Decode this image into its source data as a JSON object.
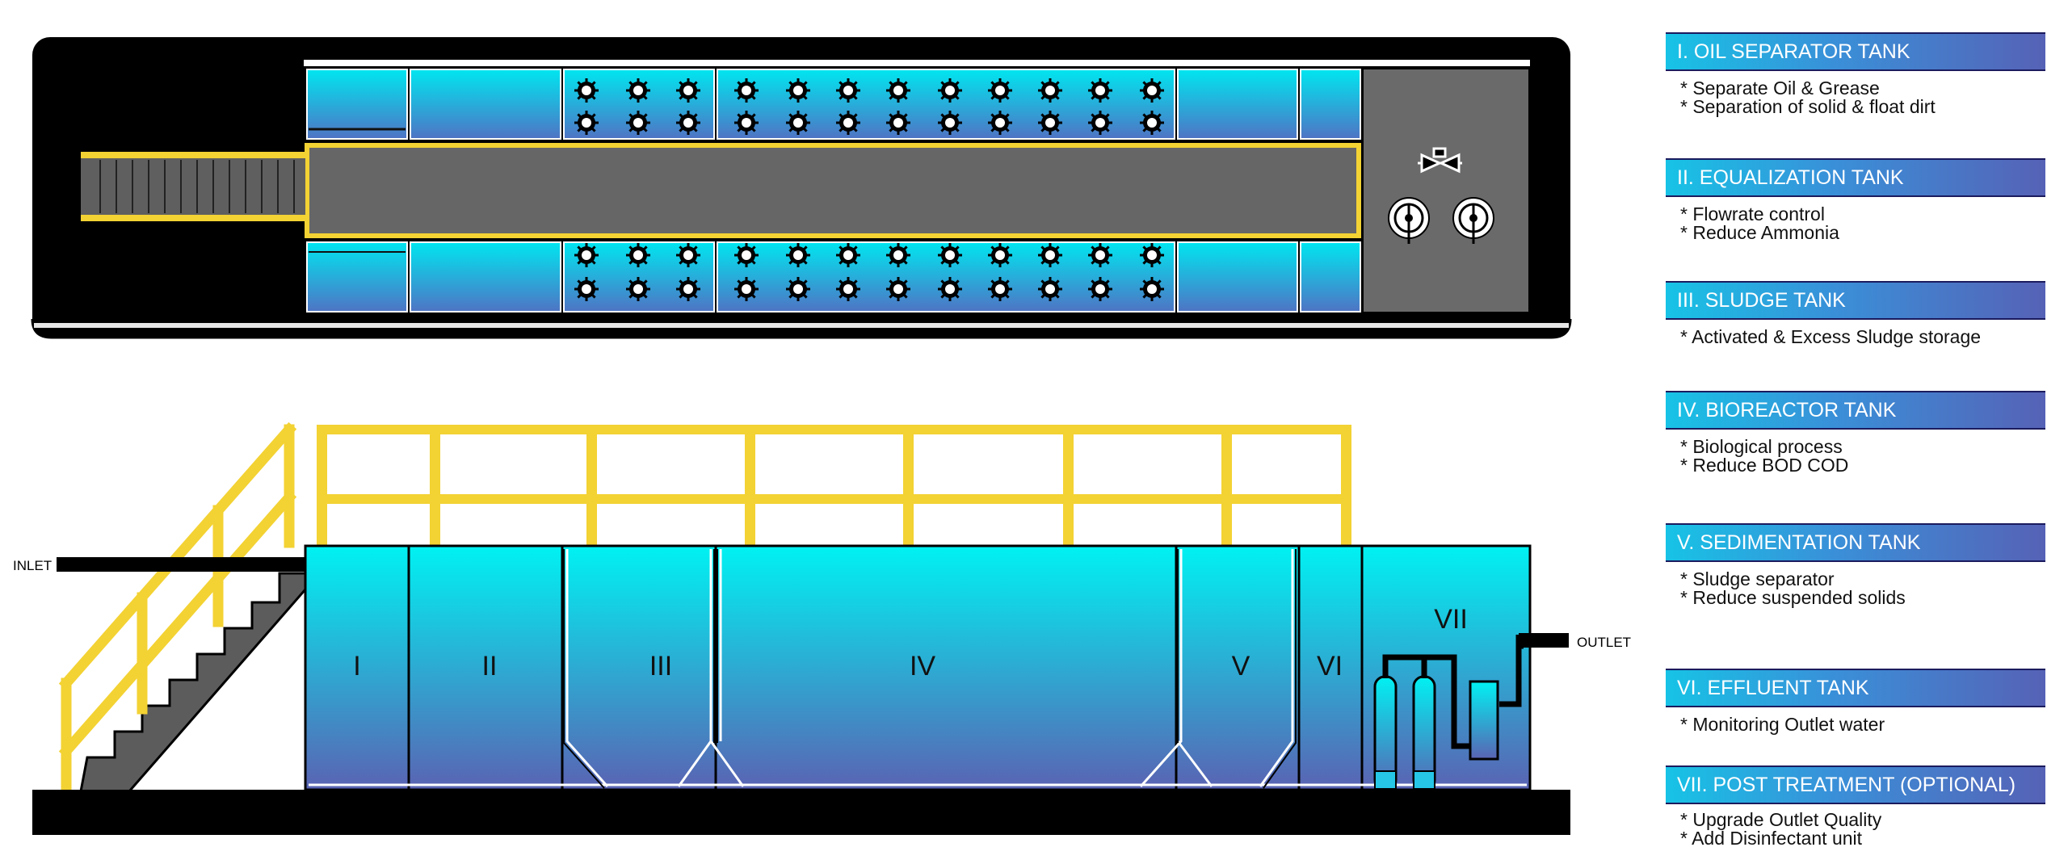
{
  "side_view": {
    "inlet_label": "INLET",
    "outlet_label": "OUTLET",
    "tank_numbers": [
      "I",
      "II",
      "III",
      "IV",
      "V",
      "VI",
      "VII"
    ]
  },
  "legend": [
    {
      "title": "I. OIL SEPARATOR TANK",
      "lines": [
        "* Separate Oil & Grease",
        "* Separation of solid & float dirt"
      ]
    },
    {
      "title": "II. EQUALIZATION TANK",
      "lines": [
        "* Flowrate control",
        "* Reduce Ammonia"
      ]
    },
    {
      "title": "III. SLUDGE TANK",
      "lines": [
        "* Activated & Excess Sludge storage"
      ]
    },
    {
      "title": "IV. BIOREACTOR TANK",
      "lines": [
        "* Biological process",
        "* Reduce BOD COD"
      ]
    },
    {
      "title": "V. SEDIMENTATION TANK",
      "lines": [
        "* Sludge separator",
        "* Reduce suspended solids"
      ]
    },
    {
      "title": "VI. EFFLUENT TANK",
      "lines": [
        "* Monitoring Outlet water"
      ]
    },
    {
      "title": "VII. POST TREATMENT (OPTIONAL)",
      "lines": [
        "* Upgrade Outlet Quality",
        "* Add Disinfectant unit"
      ]
    }
  ],
  "colors": {
    "water_top": "#00f2f2",
    "water_bottom": "#5a63b3",
    "handrail": "#f3d233",
    "frame": "#000000",
    "walkway": "#666666",
    "legend_left": "#17c3e6",
    "legend_right": "#5662b6"
  }
}
